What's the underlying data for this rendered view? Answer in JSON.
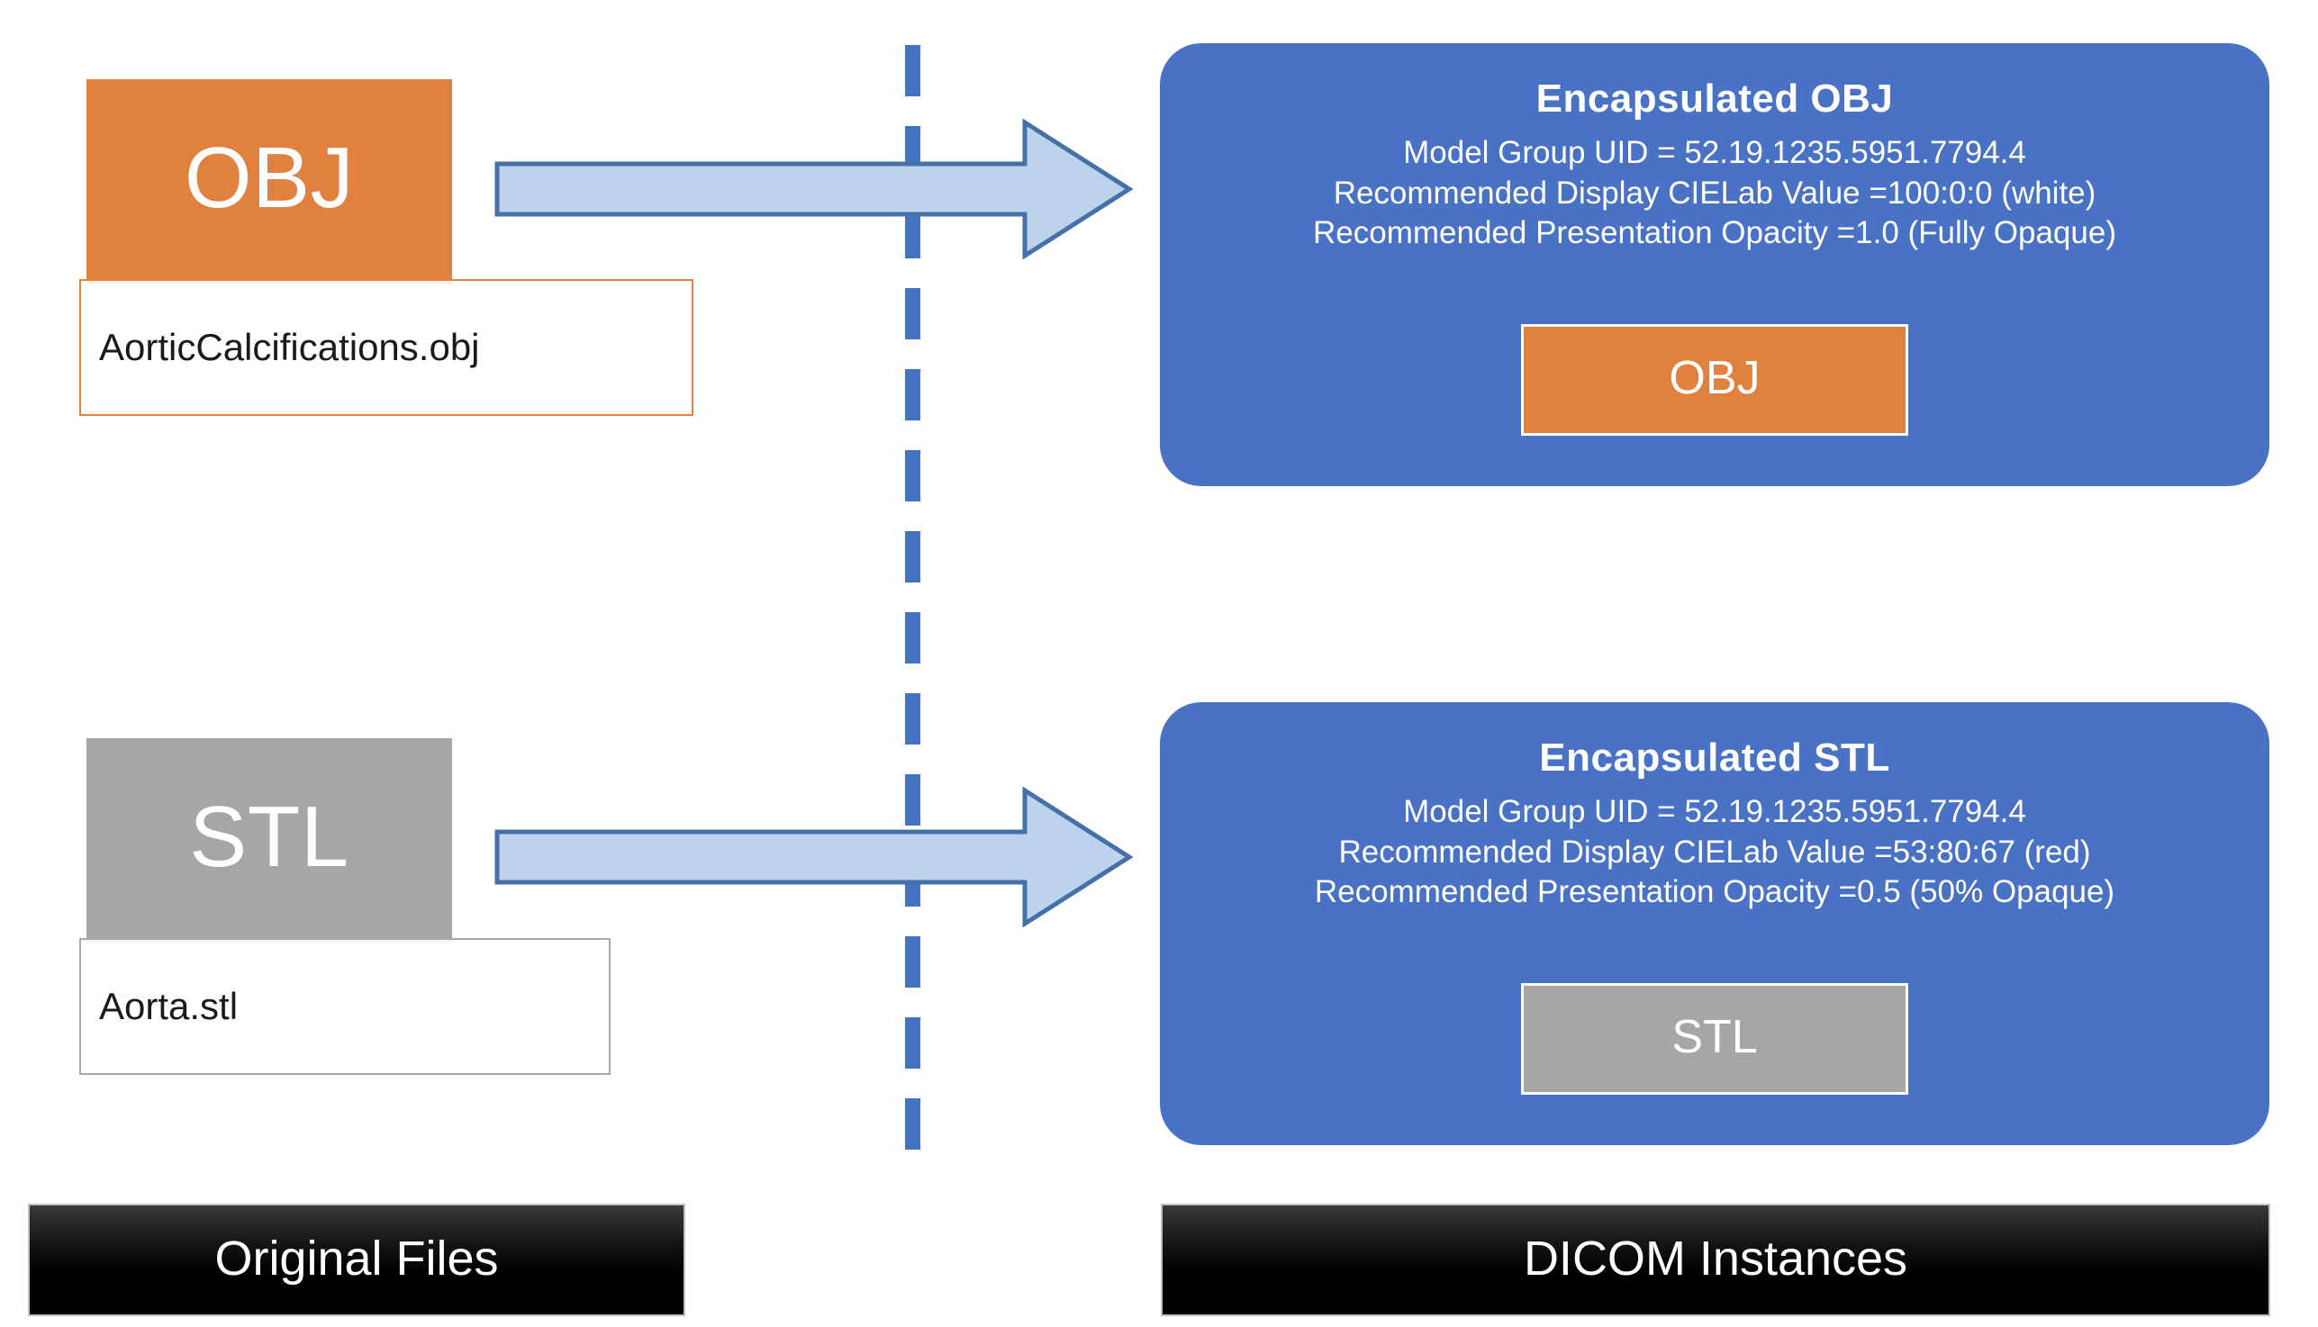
{
  "diagram": {
    "title": "Encapsulated OBJ and STL DICOM conversion",
    "colors": {
      "obj_orange": "#E0813F",
      "stl_gray": "#A6A6A6",
      "instance_blue": "#4A72C4",
      "divider_blue": "#4472C4",
      "arrow_fill": "#BDD3EC",
      "arrow_stroke": "#4472A8",
      "banner_black": "#000000",
      "text_white": "#FFFFFF"
    }
  },
  "left_column": {
    "banner_label": "Original Files",
    "files": [
      {
        "type_label": "OBJ",
        "filename": "AorticCalcifications.obj",
        "block_color": "#E0813F"
      },
      {
        "type_label": "STL",
        "filename": "Aorta.stl",
        "block_color": "#A6A6A6"
      }
    ]
  },
  "arrows": [
    {
      "name": "obj-conversion-arrow",
      "direction": "right"
    },
    {
      "name": "stl-conversion-arrow",
      "direction": "right"
    }
  ],
  "right_column": {
    "banner_label": "DICOM Instances",
    "instances": [
      {
        "title": "Encapsulated  OBJ",
        "lines": [
          "Model Group UID = 52.19.1235.5951.7794.4",
          "Recommended Display CIELab Value =100:0:0  (white)",
          "Recommended Presentation Opacity =1.0 (Fully Opaque)"
        ],
        "chip_label": "OBJ",
        "chip_color": "#E0813F",
        "model_group_uid": "52.19.1235.5951.7794.4",
        "cielab_value": "100:0:0",
        "cielab_name": "white",
        "presentation_opacity": "1.0",
        "opacity_description": "Fully Opaque"
      },
      {
        "title": "Encapsulated  STL",
        "lines": [
          "Model Group UID = 52.19.1235.5951.7794.4",
          "Recommended Display CIELab Value =53:80:67  (red)",
          "Recommended Presentation Opacity =0.5 (50% Opaque)"
        ],
        "chip_label": "STL",
        "chip_color": "#A6A6A6",
        "model_group_uid": "52.19.1235.5951.7794.4",
        "cielab_value": "53:80:67",
        "cielab_name": "red",
        "presentation_opacity": "0.5",
        "opacity_description": "50% Opaque"
      }
    ]
  }
}
